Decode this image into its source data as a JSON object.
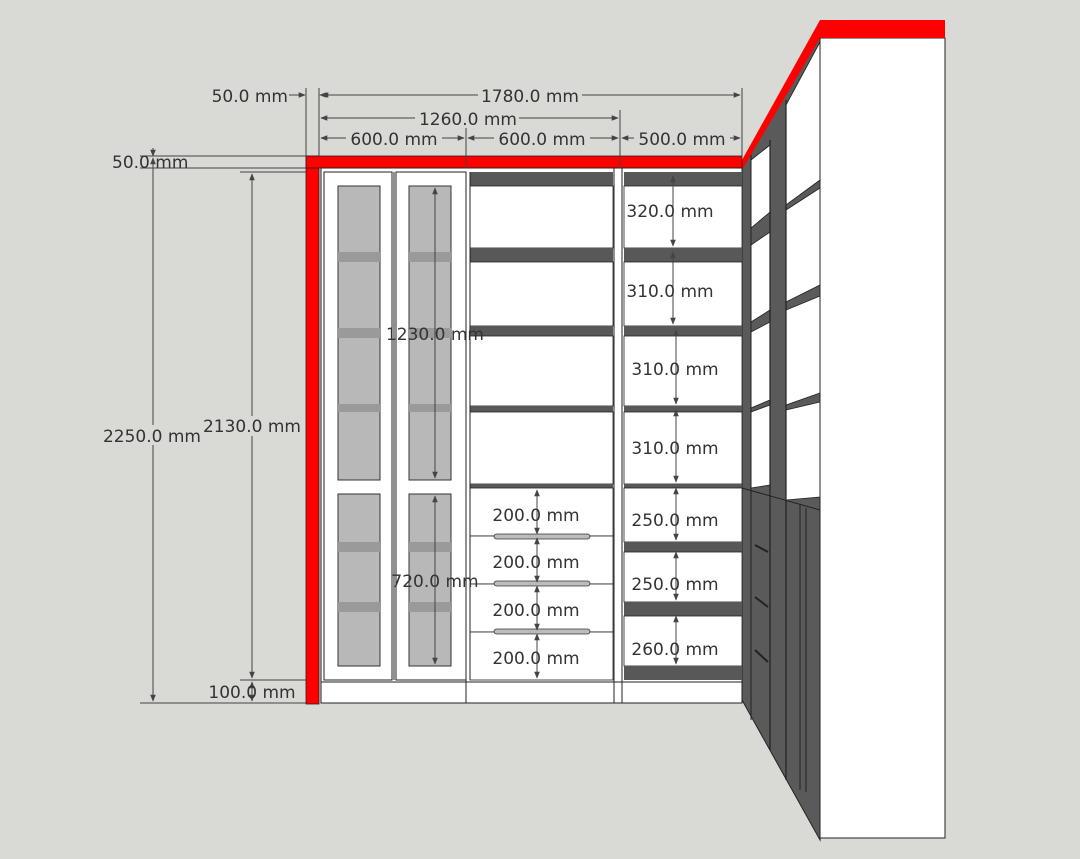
{
  "colors": {
    "background": "#d9d9d6",
    "highlight": "#ff0000",
    "panel_white": "#ffffff",
    "panel_gray": "#585858",
    "glass": "#b4b4b4",
    "line": "#222222",
    "dimension": "#444444"
  },
  "dimensions": {
    "overall_width": "1780.0 mm",
    "side_thickness": "50.0 mm",
    "glass_cabinet_width": "1260.0 mm",
    "glass_door_left_width": "600.0 mm",
    "shelf_section_width": "600.0 mm",
    "right_section_width": "500.0 mm",
    "top_thickness": "50.0 mm",
    "overall_height": "2250.0 mm",
    "inner_height": "2130.0 mm",
    "plinth_height": "100.0 mm",
    "upper_door_height": "1230.0 mm",
    "lower_door_height": "720.0 mm",
    "drawer_1": "200.0 mm",
    "drawer_2": "200.0 mm",
    "drawer_3": "200.0 mm",
    "drawer_4": "200.0 mm",
    "right_shelf_1": "320.0 mm",
    "right_shelf_2": "310.0 mm",
    "right_shelf_3": "310.0 mm",
    "right_shelf_4": "310.0 mm",
    "right_shelf_5": "250.0 mm",
    "right_shelf_6": "250.0 mm",
    "right_shelf_7": "260.0 mm"
  }
}
